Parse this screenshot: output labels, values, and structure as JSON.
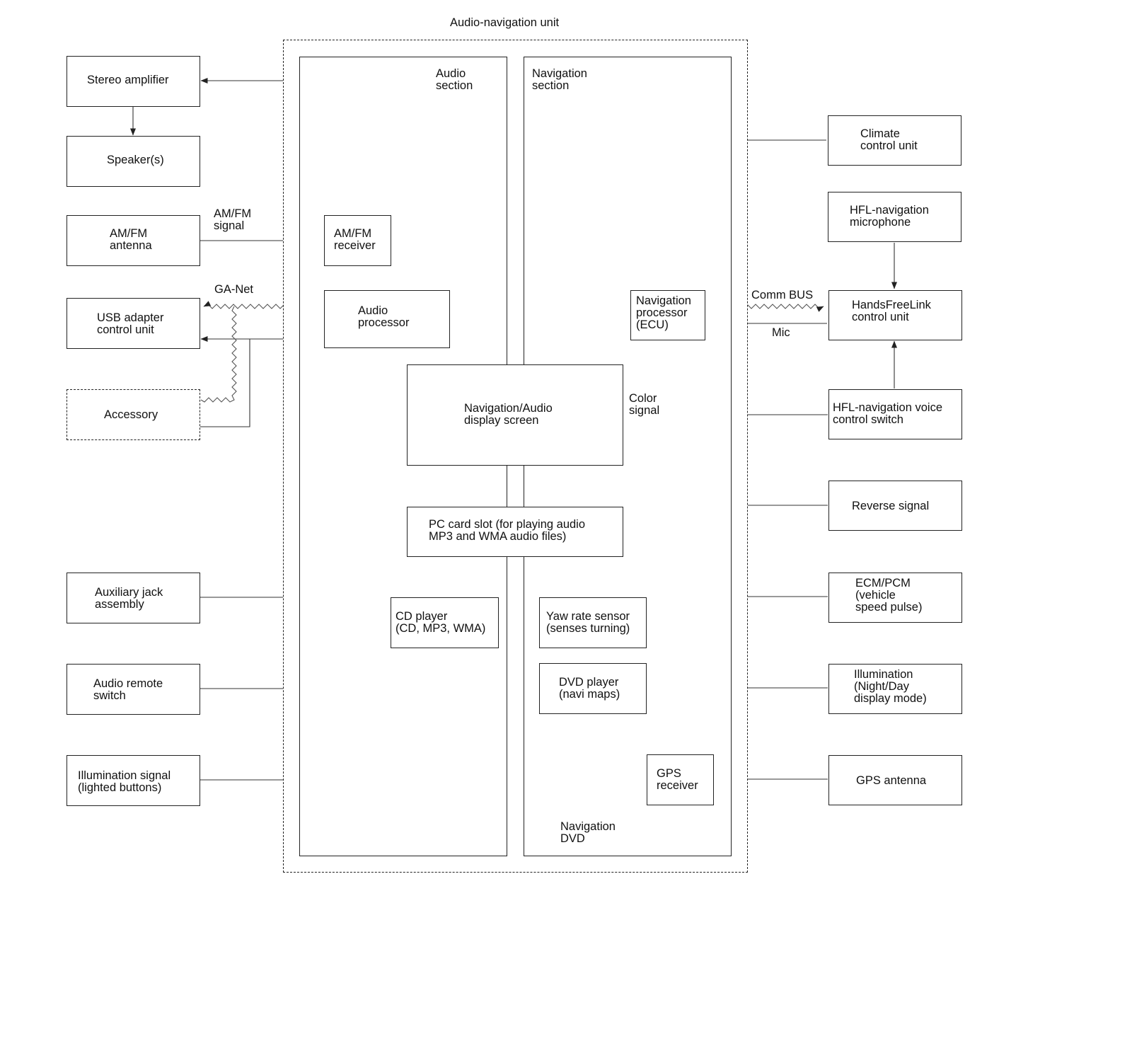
{
  "unit": {
    "title": "Audio-navigation unit"
  },
  "audio_section": {
    "label": "Audio\nsection"
  },
  "navigation_section": {
    "label": "Navigation\nsection"
  },
  "left_components": {
    "stereo_amplifier": "Stereo amplifier",
    "speakers": "Speaker(s)",
    "amfm_antenna": "AM/FM\nantenna",
    "usb_adapter": "USB adapter\ncontrol unit",
    "accessory": "Accessory",
    "aux_jack": "Auxiliary jack\nassembly",
    "audio_remote": "Audio remote\nswitch",
    "illumination_signal": "Illumination signal\n(lighted buttons)"
  },
  "inner_components": {
    "amfm_receiver": "AM/FM\nreceiver",
    "audio_processor": "Audio\nprocessor",
    "display_screen": "Navigation/Audio\ndisplay screen",
    "pc_card_slot": "PC card slot (for playing audio\nMP3 and WMA audio files)",
    "cd_player": "CD player\n(CD, MP3, WMA)",
    "navigation_processor": "Navigation\nprocessor\n(ECU)",
    "yaw_rate_sensor": "Yaw rate sensor\n(senses turning)",
    "dvd_player": "DVD player\n(navi maps)",
    "gps_receiver": "GPS\nreceiver",
    "navigation_dvd": "Navigation\nDVD"
  },
  "right_components": {
    "climate_control": "Climate\ncontrol unit",
    "hfl_microphone": "HFL-navigation\nmicrophone",
    "handsfreelink": "HandsFreeLink\ncontrol unit",
    "hfl_voice_switch": "HFL-navigation voice\ncontrol switch",
    "reverse_signal": "Reverse signal",
    "ecm_pcm": "ECM/PCM\n(vehicle\nspeed pulse)",
    "illumination_mode": "Illumination\n(Night/Day\ndisplay mode)",
    "gps_antenna": "GPS antenna"
  },
  "signal_labels": {
    "amfm_signal": "AM/FM\nsignal",
    "ga_net": "GA-Net",
    "color_signal": "Color\nsignal",
    "comm_bus": "Comm BUS",
    "mic": "Mic"
  }
}
